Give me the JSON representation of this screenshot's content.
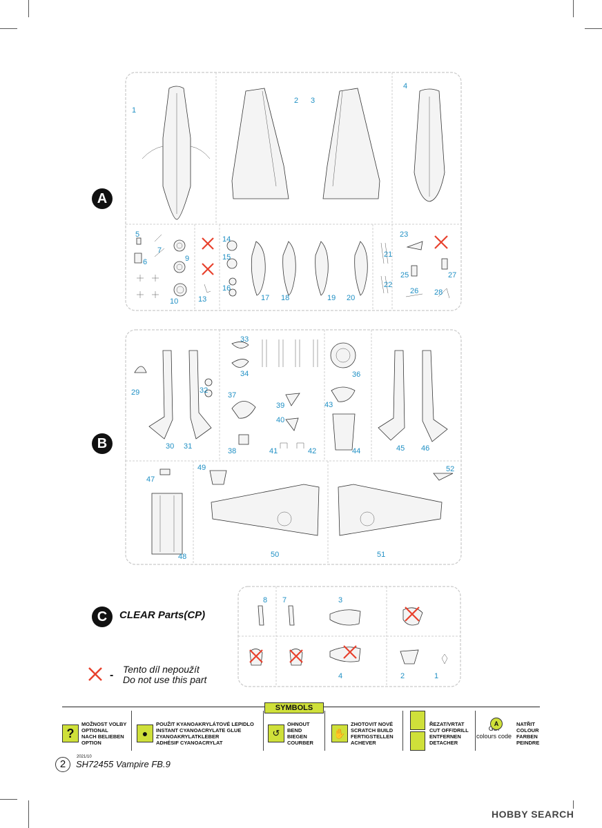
{
  "sections": {
    "a": "A",
    "b": "B",
    "c": "C",
    "clear_title": "CLEAR Parts(CP)"
  },
  "legend": {
    "line1": "Tento díl nepoužít",
    "line2": "Do not use this part",
    "dash": "-"
  },
  "symbols": {
    "header": "SYMBOLS",
    "optional": [
      "MOŽNOST VOLBY",
      "OPTIONAL",
      "NACH BELIEBEN",
      "OPTION"
    ],
    "glue": [
      "POUŽIT KYANOAKRYLÁTOVÉ LEPIDLO",
      "INSTANT CYANOACRYLATE GLUE",
      "ZYANOAKRYLATKLEBER",
      "ADHÉSIF CYANOACRYLAT"
    ],
    "bend": [
      "OHNOUT",
      "BEND",
      "BIEGEN",
      "COURBER"
    ],
    "scratch": [
      "ZHOTOVIT NOVÉ",
      "SCRATCH BUILD",
      "FERTIGSTELLEN",
      "ACHEVER"
    ],
    "cut": [
      "ŘEZAT/VRTAT",
      "CUT OFF/DRILL",
      "ENTFERNEN",
      "DETACHER"
    ],
    "gsi": [
      "GSI",
      "colours code"
    ],
    "gsi_letter": "A",
    "paint": [
      "NATŘIT",
      "COLOUR",
      "FARBEN",
      "PEINDRE"
    ]
  },
  "footer": {
    "page": "2",
    "date": "2021/10",
    "kit": "SH72455 Vampire FB.9",
    "watermark": "HOBBY SEARCH"
  },
  "parts": {
    "a": [
      "1",
      "2",
      "3",
      "4",
      "5",
      "6",
      "7",
      "9",
      "10",
      "13",
      "14",
      "15",
      "16",
      "17",
      "18",
      "19",
      "20",
      "21",
      "22",
      "23",
      "25",
      "26",
      "27",
      "28"
    ],
    "b": [
      "29",
      "30",
      "31",
      "32",
      "33",
      "34",
      "36",
      "37",
      "38",
      "39",
      "40",
      "41",
      "42",
      "43",
      "44",
      "45",
      "46",
      "47",
      "48",
      "49",
      "50",
      "51",
      "52"
    ],
    "c": [
      "8",
      "7",
      "3",
      "4",
      "2",
      "1"
    ]
  },
  "colors": {
    "accent": "#cfe03a",
    "part_number": "#1e8fc4",
    "cross": "#e8412d"
  }
}
